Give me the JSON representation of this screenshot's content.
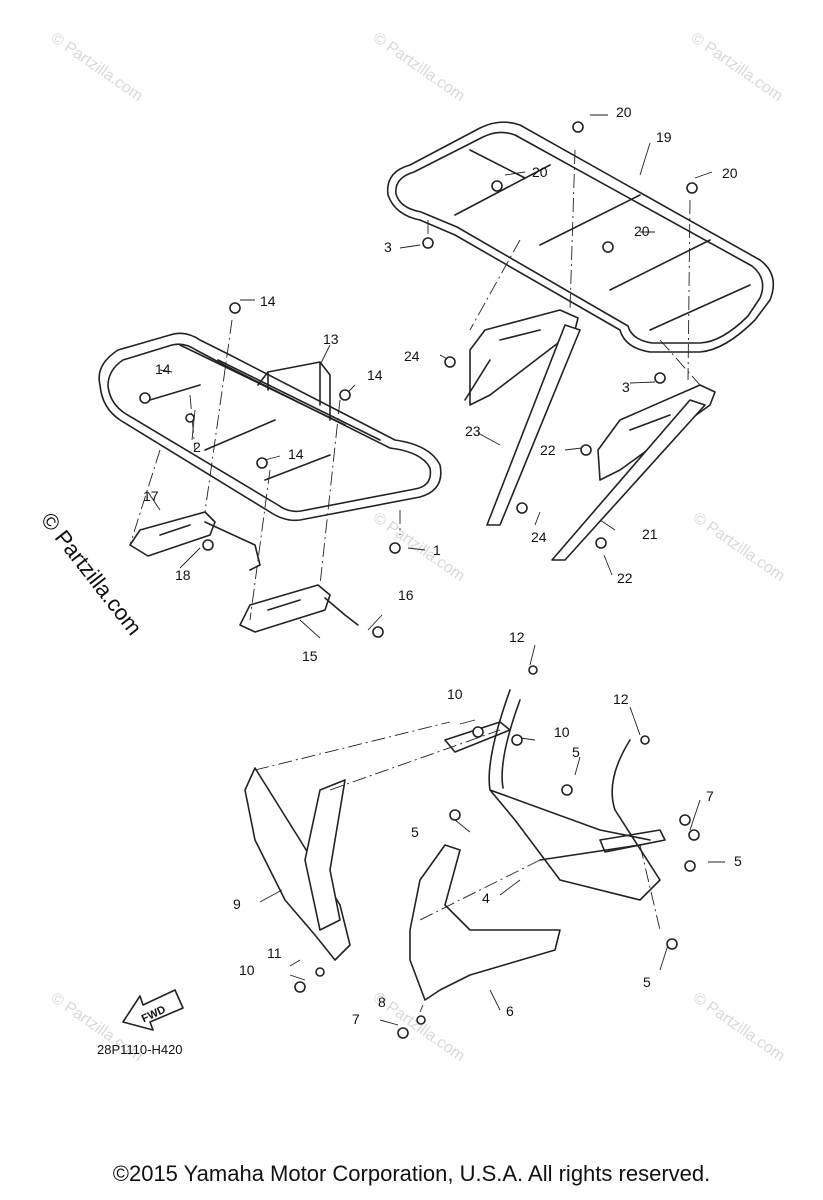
{
  "watermark": "© Partzilla.com",
  "diagram_code": "28P1110-H420",
  "fwd_label": "FWD",
  "copyright": "©2015 Yamaha Motor Corporation, U.S.A. All rights reserved.",
  "callouts": {
    "c1": "1",
    "c2": "2",
    "c3a": "3",
    "c3b": "3",
    "c4": "4",
    "c5a": "5",
    "c5b": "5",
    "c5c": "5",
    "c5d": "5",
    "c6": "6",
    "c7a": "7",
    "c7b": "7",
    "c8": "8",
    "c9": "9",
    "c10a": "10",
    "c10b": "10",
    "c10c": "10",
    "c11": "11",
    "c12a": "12",
    "c12b": "12",
    "c13": "13",
    "c14a": "14",
    "c14b": "14",
    "c14c": "14",
    "c14d": "14",
    "c15": "15",
    "c16": "16",
    "c17": "17",
    "c18": "18",
    "c19": "19",
    "c20a": "20",
    "c20b": "20",
    "c20c": "20",
    "c20d": "20",
    "c21": "21",
    "c22a": "22",
    "c22b": "22",
    "c23": "23",
    "c24a": "24",
    "c24b": "24"
  }
}
